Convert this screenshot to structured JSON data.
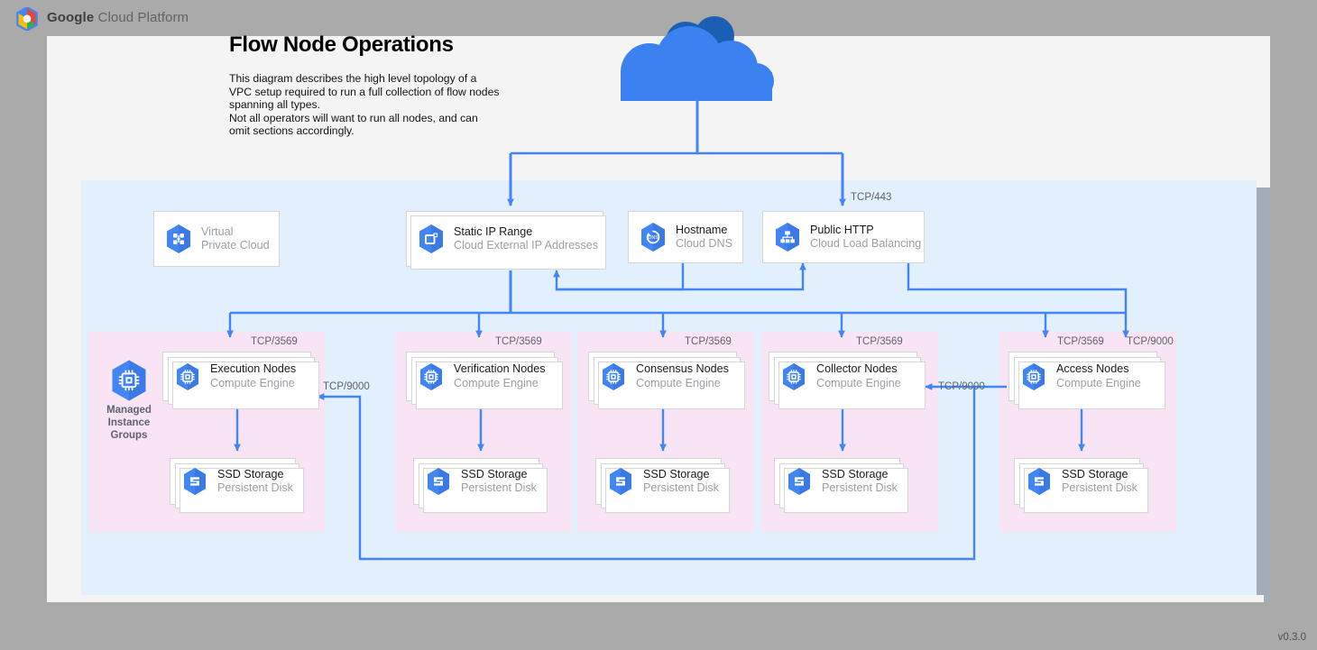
{
  "header": {
    "logo_icon": "google-cloud-platform-logo",
    "brand_bold": "Google",
    "brand_rest": " Cloud Platform"
  },
  "diagram": {
    "title": "Flow Node Operations",
    "description": "This diagram describes the high level topology of a VPC setup required to run a full collection of flow nodes spanning all types.\nNot all operators will want to run all nodes, and can omit sections accordingly.",
    "internet_icon": "cloud-icon",
    "version": "v0.3.0"
  },
  "colors": {
    "page_background": "#aaaaaa",
    "canvas": "#f4f4f4",
    "vpc_region": "#e2effc",
    "group": "#f9e4f5",
    "connector": "#4285f4",
    "gcp_blue": "#4285f4",
    "cloud_dark": "#1a5fb4",
    "label_grey": "#5f6368"
  },
  "top_row": [
    {
      "name": "virtual-private-cloud",
      "title": "Virtual",
      "subtitle": "Private Cloud",
      "icon": "virtual-private-cloud-icon",
      "muted_title": true,
      "stacked": false
    },
    {
      "name": "static-ip-range",
      "title": "Static IP Range",
      "subtitle": "Cloud External IP Addresses",
      "icon": "external-ip-icon",
      "muted_title": false,
      "stacked": true
    },
    {
      "name": "hostname",
      "title": "Hostname",
      "subtitle": "Cloud DNS",
      "icon": "cloud-dns-icon",
      "muted_title": false,
      "stacked": false
    },
    {
      "name": "public-http",
      "title": "Public HTTP",
      "subtitle": "Cloud Load Balancing",
      "icon": "cloud-load-balancing-icon",
      "muted_title": false,
      "stacked": false
    }
  ],
  "managed_instance_groups": {
    "label": "Managed\nInstance\nGroups",
    "icon": "compute-engine-icon"
  },
  "groups": [
    {
      "name": "execution-group",
      "node": {
        "title": "Execution Nodes",
        "subtitle": "Compute Engine",
        "icon": "compute-engine-icon"
      },
      "storage": {
        "title": "SSD Storage",
        "subtitle": "Persistent Disk",
        "icon": "persistent-disk-icon"
      },
      "inbound_port": "TCP/3569"
    },
    {
      "name": "verification-group",
      "node": {
        "title": "Verification Nodes",
        "subtitle": "Compute Engine",
        "icon": "compute-engine-icon"
      },
      "storage": {
        "title": "SSD Storage",
        "subtitle": "Persistent Disk",
        "icon": "persistent-disk-icon"
      },
      "inbound_port": "TCP/3569"
    },
    {
      "name": "consensus-group",
      "node": {
        "title": "Consensus Nodes",
        "subtitle": "Compute Engine",
        "icon": "compute-engine-icon"
      },
      "storage": {
        "title": "SSD Storage",
        "subtitle": "Persistent Disk",
        "icon": "persistent-disk-icon"
      },
      "inbound_port": "TCP/3569"
    },
    {
      "name": "collector-group",
      "node": {
        "title": "Collector Nodes",
        "subtitle": "Compute Engine",
        "icon": "compute-engine-icon"
      },
      "storage": {
        "title": "SSD Storage",
        "subtitle": "Persistent Disk",
        "icon": "persistent-disk-icon"
      },
      "inbound_port": "TCP/3569"
    },
    {
      "name": "access-group",
      "node": {
        "title": "Access Nodes",
        "subtitle": "Compute Engine",
        "icon": "compute-engine-icon"
      },
      "storage": {
        "title": "SSD Storage",
        "subtitle": "Persistent Disk",
        "icon": "persistent-disk-icon"
      },
      "inbound_port": "TCP/3569"
    }
  ],
  "port_labels": {
    "https": "TCP/443",
    "access_extra": "TCP/9000",
    "execution_in": "TCP/9000",
    "collector_in": "TCP/9000"
  }
}
